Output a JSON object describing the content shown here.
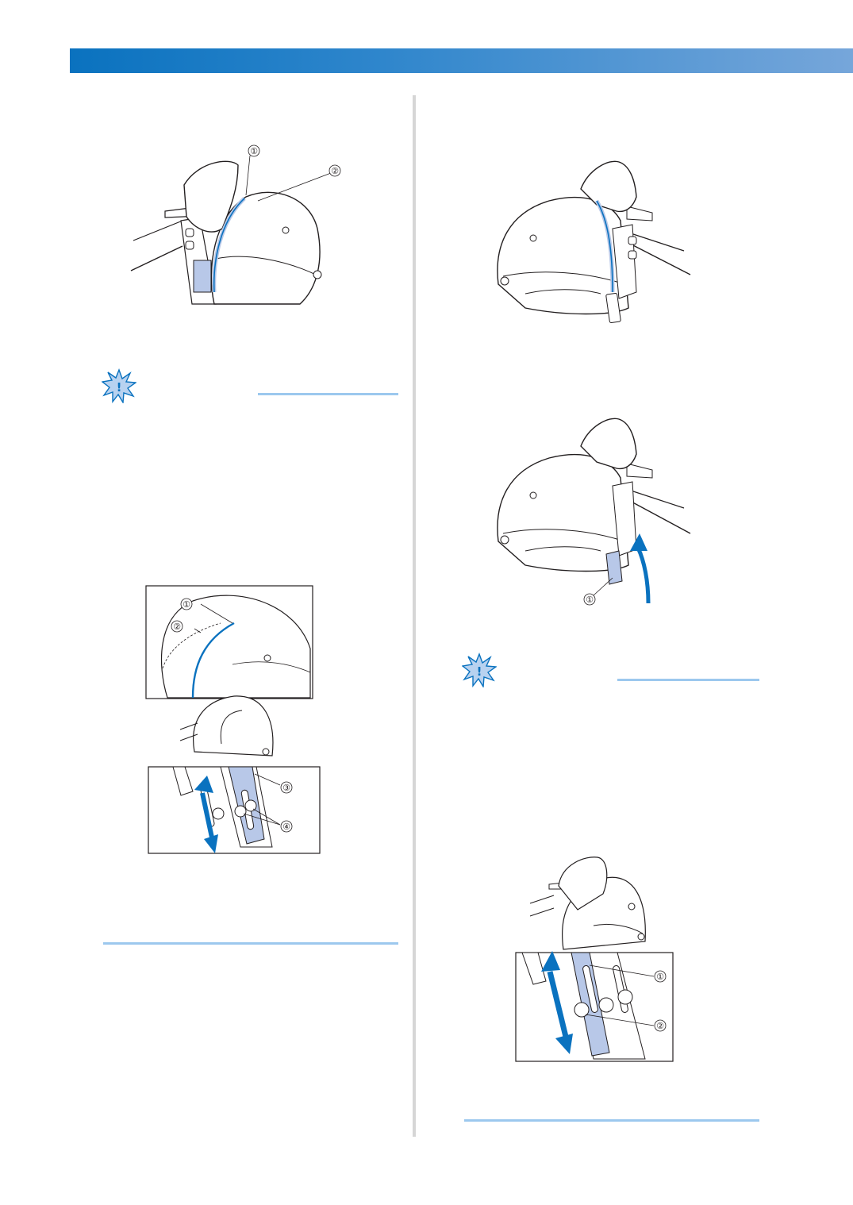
{
  "header": {
    "bar_color": "#0a72bf"
  },
  "colors": {
    "accent_blue": "#0a72bf",
    "highlight_blue": "#b8c8e8",
    "rule_blue": "#9cc8ee",
    "line_dark": "#231f20"
  },
  "figures": {
    "fig1": {
      "callouts": [
        "①",
        "②"
      ]
    },
    "fig2": {
      "callouts": []
    },
    "fig3": {
      "callouts": [
        "①",
        "②",
        "③",
        "④"
      ]
    },
    "fig4": {
      "callouts": [
        "①"
      ]
    },
    "fig5": {
      "callouts": [
        "①",
        "②"
      ]
    }
  },
  "notes": {
    "icon": "note-burst-icon"
  }
}
